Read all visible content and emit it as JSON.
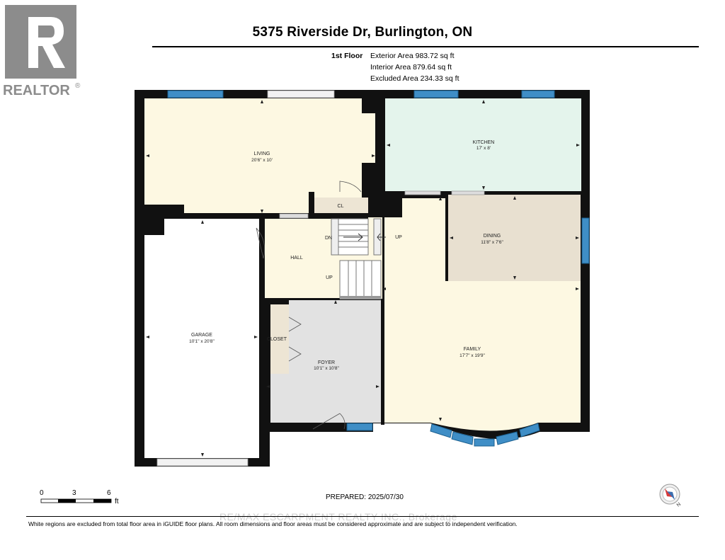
{
  "logo": {
    "text": "REALTOR",
    "mark": "®",
    "color": "#8c8c8c"
  },
  "title": "5375 Riverside Dr, Burlington, ON",
  "floor": {
    "label": "1st Floor",
    "exterior_area": "Exterior Area 983.72 sq ft",
    "interior_area": "Interior Area 879.64 sq ft",
    "excluded_area": "Excluded Area 234.33 sq ft"
  },
  "rooms": {
    "living": {
      "name": "LIVING",
      "dims": "20'6\" x 10'"
    },
    "kitchen": {
      "name": "KITCHEN",
      "dims": "17' x 8'"
    },
    "cl": {
      "name": "CL"
    },
    "dining": {
      "name": "DINING",
      "dims": "11'8\" x 7'6\""
    },
    "hall": {
      "name": "HALL"
    },
    "garage": {
      "name": "GARAGE",
      "dims": "10'1\" x 20'8\""
    },
    "closet": {
      "name": "CLOSET"
    },
    "foyer": {
      "name": "FOYER",
      "dims": "10'1\" x 10'8\""
    },
    "family": {
      "name": "FAMILY",
      "dims": "17'7\" x 19'9\""
    },
    "stair_dn": "DN",
    "stair_up1": "UP",
    "stair_up2": "UP"
  },
  "colors": {
    "living": "#fdf8e2",
    "kitchen": "#e4f4ec",
    "dining": "#e8e0d0",
    "cl": "#ede5d4",
    "foyer": "#e2e2e2",
    "closet": "#ede5d4",
    "garage": "#ffffff",
    "family": "#fdf8e2",
    "wall": "#111111",
    "window": "#3f8ec6"
  },
  "scale": {
    "labels": [
      "0",
      "3",
      "6"
    ],
    "unit": "ft"
  },
  "prepared": "PREPARED: 2025/07/30",
  "disclaimer": "White regions are excluded from total floor area in iGUIDE floor plans. All room dimensions and floor areas must be considered approximate and are subject to independent verification.",
  "watermark": "RE/MAX ESCARPMENT REALTY INC., Brokerage",
  "compass_icon": "compass-icon"
}
